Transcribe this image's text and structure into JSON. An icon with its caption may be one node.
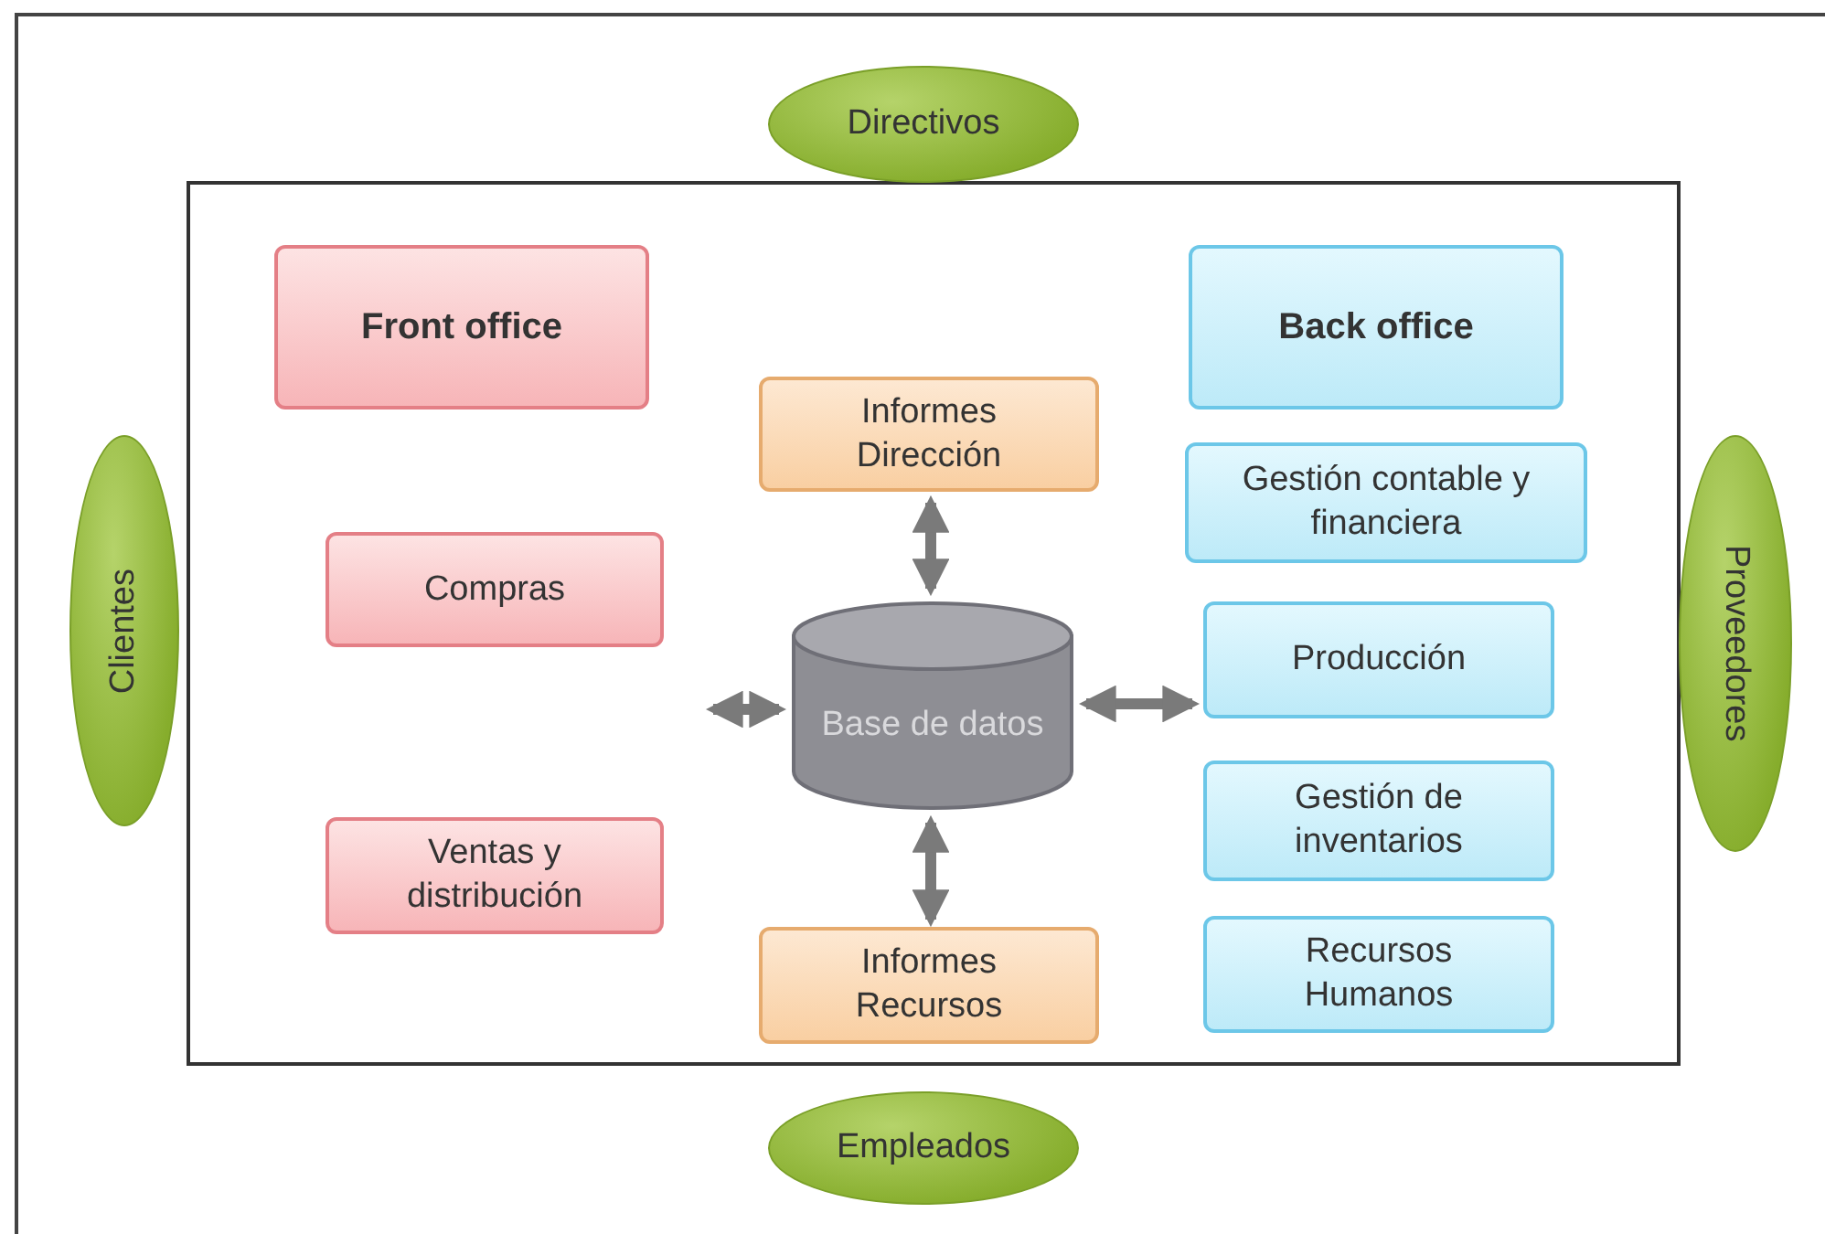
{
  "diagram": {
    "nodes": [
      {
        "text": [
          "Directivos"
        ]
      },
      {
        "text": [
          "Clientes"
        ]
      },
      {
        "text": [
          "Proveedores"
        ]
      },
      {
        "text": [
          "Front office"
        ]
      },
      {
        "text": [
          "Compras"
        ]
      },
      {
        "text": [
          "Ventas y distribución"
        ]
      },
      {
        "text": [
          "Informes Dirección"
        ]
      },
      {
        "text": [
          "Base de datos"
        ]
      },
      {
        "text": [
          "Informes Recursos"
        ]
      },
      {
        "text": [
          "Back office"
        ]
      },
      {
        "text": [
          "Gestión contable y financiera"
        ]
      },
      {
        "text": [
          "Producción"
        ]
      },
      {
        "text": [
          "Gestión de inventarios"
        ]
      },
      {
        "text": [
          "Recursos Humanos"
        ]
      },
      {
        "text": [
          "Empleados"
        ]
      }
    ],
    "edges": [
      {
        "from": 6,
        "to": 7,
        "arrow": "both"
      },
      {
        "from": 7,
        "to": 8,
        "arrow": "both"
      },
      {
        "from": null,
        "to": 7,
        "arrow": "both"
      },
      {
        "from": 7,
        "to": 11,
        "arrow": "both"
      }
    ]
  }
}
